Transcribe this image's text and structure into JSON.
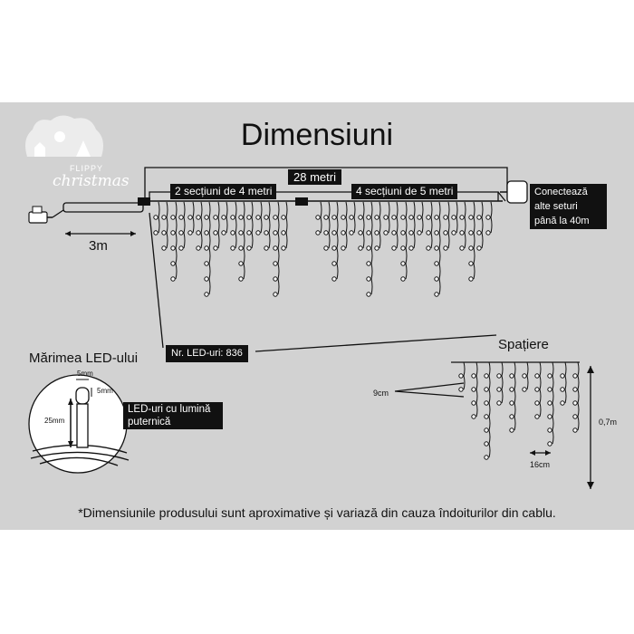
{
  "title": "Dimensiuni",
  "total_length": "28 metri",
  "sections_a": "2 secțiuni de 4 metri",
  "sections_b": "4 secțiuni de 5 metri",
  "connect_note": "Conectează alte seturi până la 40m",
  "cable_length": "3m",
  "led_count": "Nr. LED-uri: 836",
  "led_size_title": "Mărimea LED-ului",
  "led_note": "LED-uri cu lumină puternică",
  "dim_5mm_w": "5mm",
  "dim_5mm_h": "5mm",
  "dim_25mm": "25mm",
  "spacing_title": "Spațiere",
  "dim_9cm": "9cm",
  "dim_16cm": "16cm",
  "dim_07m": "0,7m",
  "disclaimer": "*Dimensiunile produsului sunt aproximative și variază din cauza îndoiturilor din cablu.",
  "logo": {
    "brand": "FLIPPY",
    "word": "christmas"
  },
  "colors": {
    "panel": "#d2d2d2",
    "ink": "#111111",
    "label_bg": "#111111",
    "label_text": "#ffffff"
  }
}
